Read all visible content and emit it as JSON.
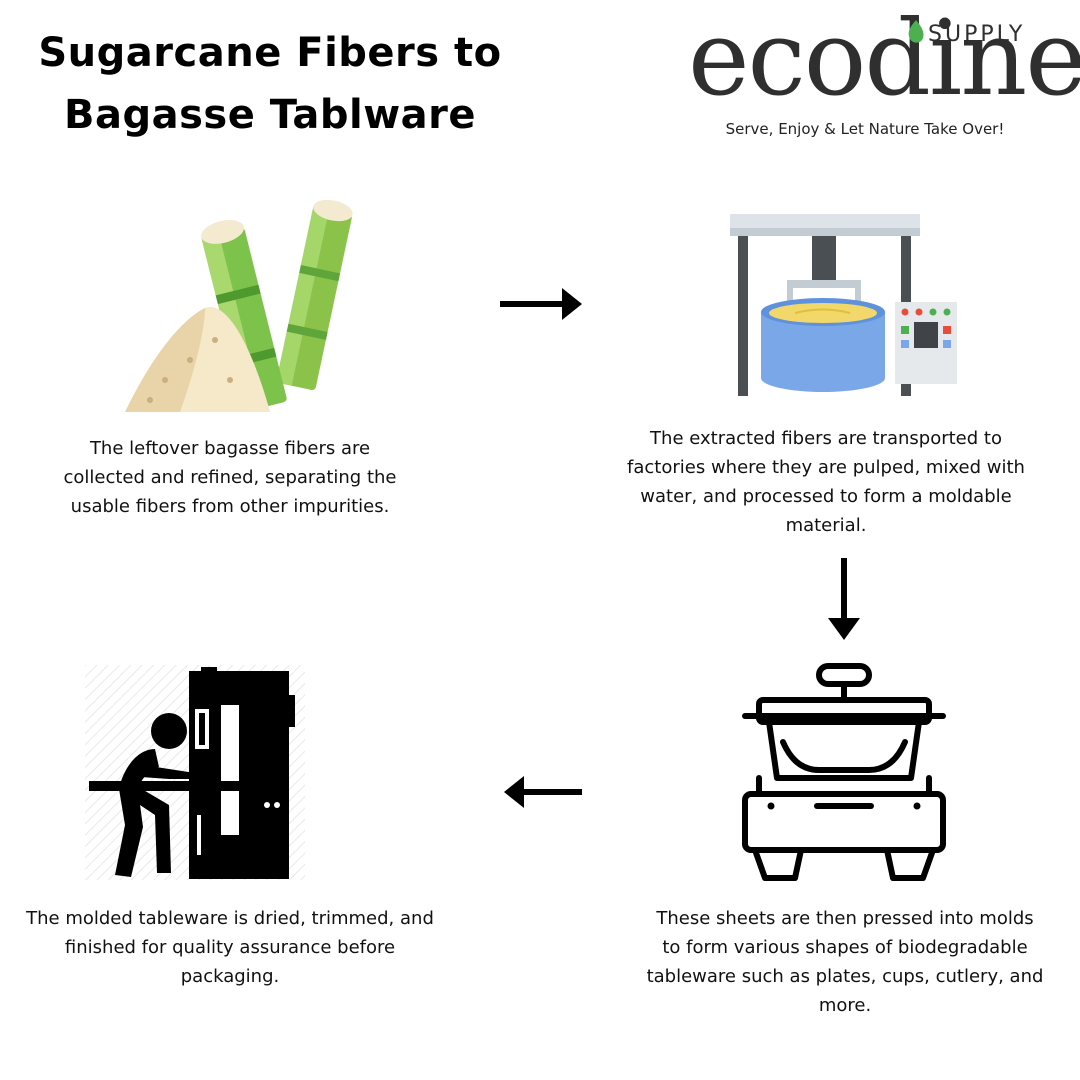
{
  "title": {
    "line1": "Sugarcane Fibers to",
    "line2": "Bagasse Tablware"
  },
  "brand": {
    "wordmark": "ecodine",
    "supply": "SUPPLY",
    "tagline": "Serve, Enjoy & Let Nature Take Over!",
    "leaf_color": "#4caf50"
  },
  "steps": [
    {
      "text": "The leftover bagasse fibers are collected and refined, separating the usable fibers from other impurities.",
      "icon": "sugarcane-icon"
    },
    {
      "text": "The extracted fibers are transported to factories where they are pulped, mixed with water, and processed to form a moldable material.",
      "icon": "pulping-machine-icon"
    },
    {
      "text": "These sheets are then pressed into molds to form various shapes of biodegradable tableware such as plates, cups, cutlery, and more.",
      "icon": "molding-press-icon"
    },
    {
      "text": "The molded tableware is dried, trimmed, and finished for quality assurance before packaging.",
      "icon": "worker-machine-icon"
    }
  ],
  "flow": [
    "right",
    "down",
    "left"
  ]
}
